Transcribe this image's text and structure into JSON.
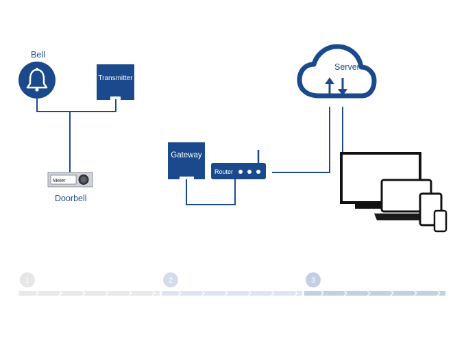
{
  "diagram": {
    "bell_label": "Bell",
    "transmitter_label": "Transmitter",
    "doorbell_label": "Doorbell",
    "nameplate_text": "Meier",
    "gateway_label": "Gateway",
    "router_label": "Router",
    "server_label": "Server"
  },
  "steps": [
    {
      "number": "1",
      "state": "inactive"
    },
    {
      "number": "2",
      "state": "partial"
    },
    {
      "number": "3",
      "state": "active"
    }
  ],
  "colors": {
    "brand_blue": "#1a4a8c",
    "step_inactive": "#e6e6e6",
    "step_mid": "#d7e1ef",
    "step_active": "#bccbe2"
  }
}
